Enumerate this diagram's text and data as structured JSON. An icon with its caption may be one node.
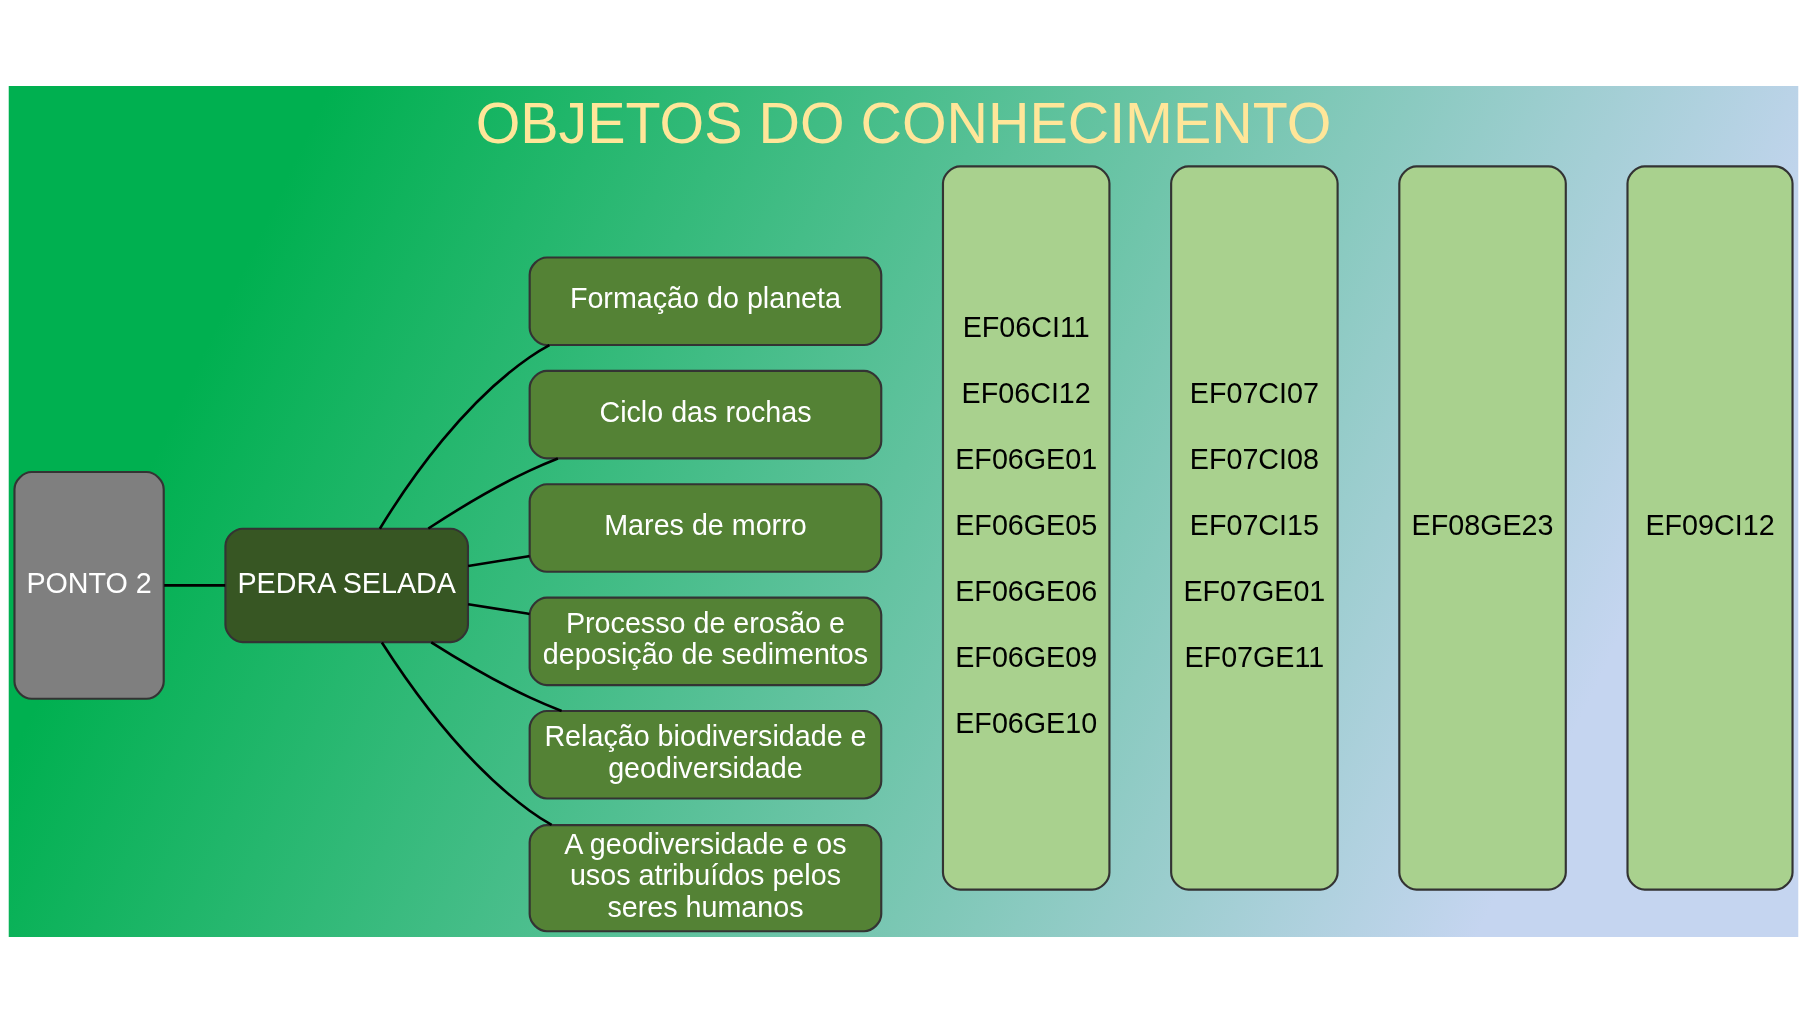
{
  "diagram": {
    "title": "OBJETOS DO CONHECIMENTO",
    "nodes": [
      {
        "text": [
          "PONTO 2"
        ]
      },
      {
        "text": [
          "PEDRA SELADA"
        ]
      },
      {
        "text": [
          "Formação do planeta"
        ]
      },
      {
        "text": [
          "Ciclo das rochas"
        ]
      },
      {
        "text": [
          "Mares de morro"
        ]
      },
      {
        "text": [
          "Processo de erosão e deposição de sedimentos"
        ]
      },
      {
        "text": [
          "Relação biodiversidade e geodiversidade"
        ]
      },
      {
        "text": [
          "A geodiversidade e os usos atribuídos pelos seres humanos"
        ]
      },
      {
        "text": [
          "EF06CI11",
          "EF06CI12",
          "EF06GE01",
          "EF06GE05",
          "EF06GE06",
          "EF06GE09",
          "EF06GE10"
        ]
      },
      {
        "text": [
          "EF07CI07",
          "EF07CI08",
          "EF07CI15",
          "EF07GE01",
          "EF07GE11"
        ]
      },
      {
        "text": [
          "EF08GE23"
        ]
      },
      {
        "text": [
          "EF09CI12"
        ]
      }
    ],
    "edges": [
      {
        "from": 0,
        "to": 1,
        "arrow": "none"
      },
      {
        "from": 1,
        "to": 2,
        "arrow": "none"
      },
      {
        "from": 1,
        "to": 3,
        "arrow": "none"
      },
      {
        "from": 1,
        "to": 4,
        "arrow": "none"
      },
      {
        "from": 1,
        "to": 5,
        "arrow": "none"
      },
      {
        "from": 1,
        "to": 6,
        "arrow": "none"
      },
      {
        "from": 1,
        "to": 7,
        "arrow": "none"
      }
    ]
  }
}
